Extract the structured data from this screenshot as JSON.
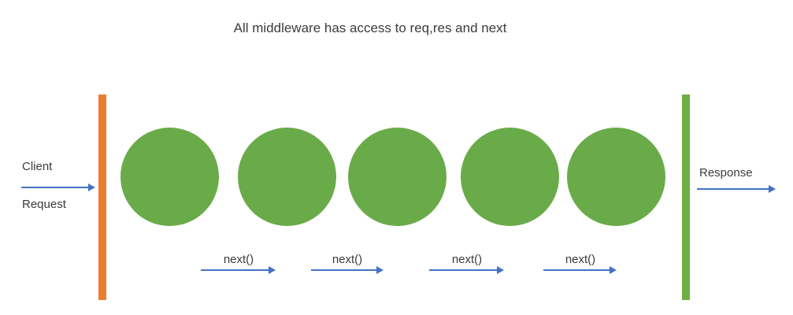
{
  "title": "All middleware has access to req,res and next",
  "client_flow": {
    "line1": "Client",
    "line2": "Request"
  },
  "response_flow": {
    "label": "Response"
  },
  "middleware": {
    "circle_count": 5
  },
  "next_arrows": [
    {
      "label": "next()"
    },
    {
      "label": "next()"
    },
    {
      "label": "next()"
    },
    {
      "label": "next()"
    }
  ],
  "colors": {
    "request_bar": "#ED7D31",
    "response_bar": "#6FAE45",
    "middleware_circle": "#6AAB49",
    "arrow_blue": "#4472C4",
    "text": "#3B3B3B"
  }
}
